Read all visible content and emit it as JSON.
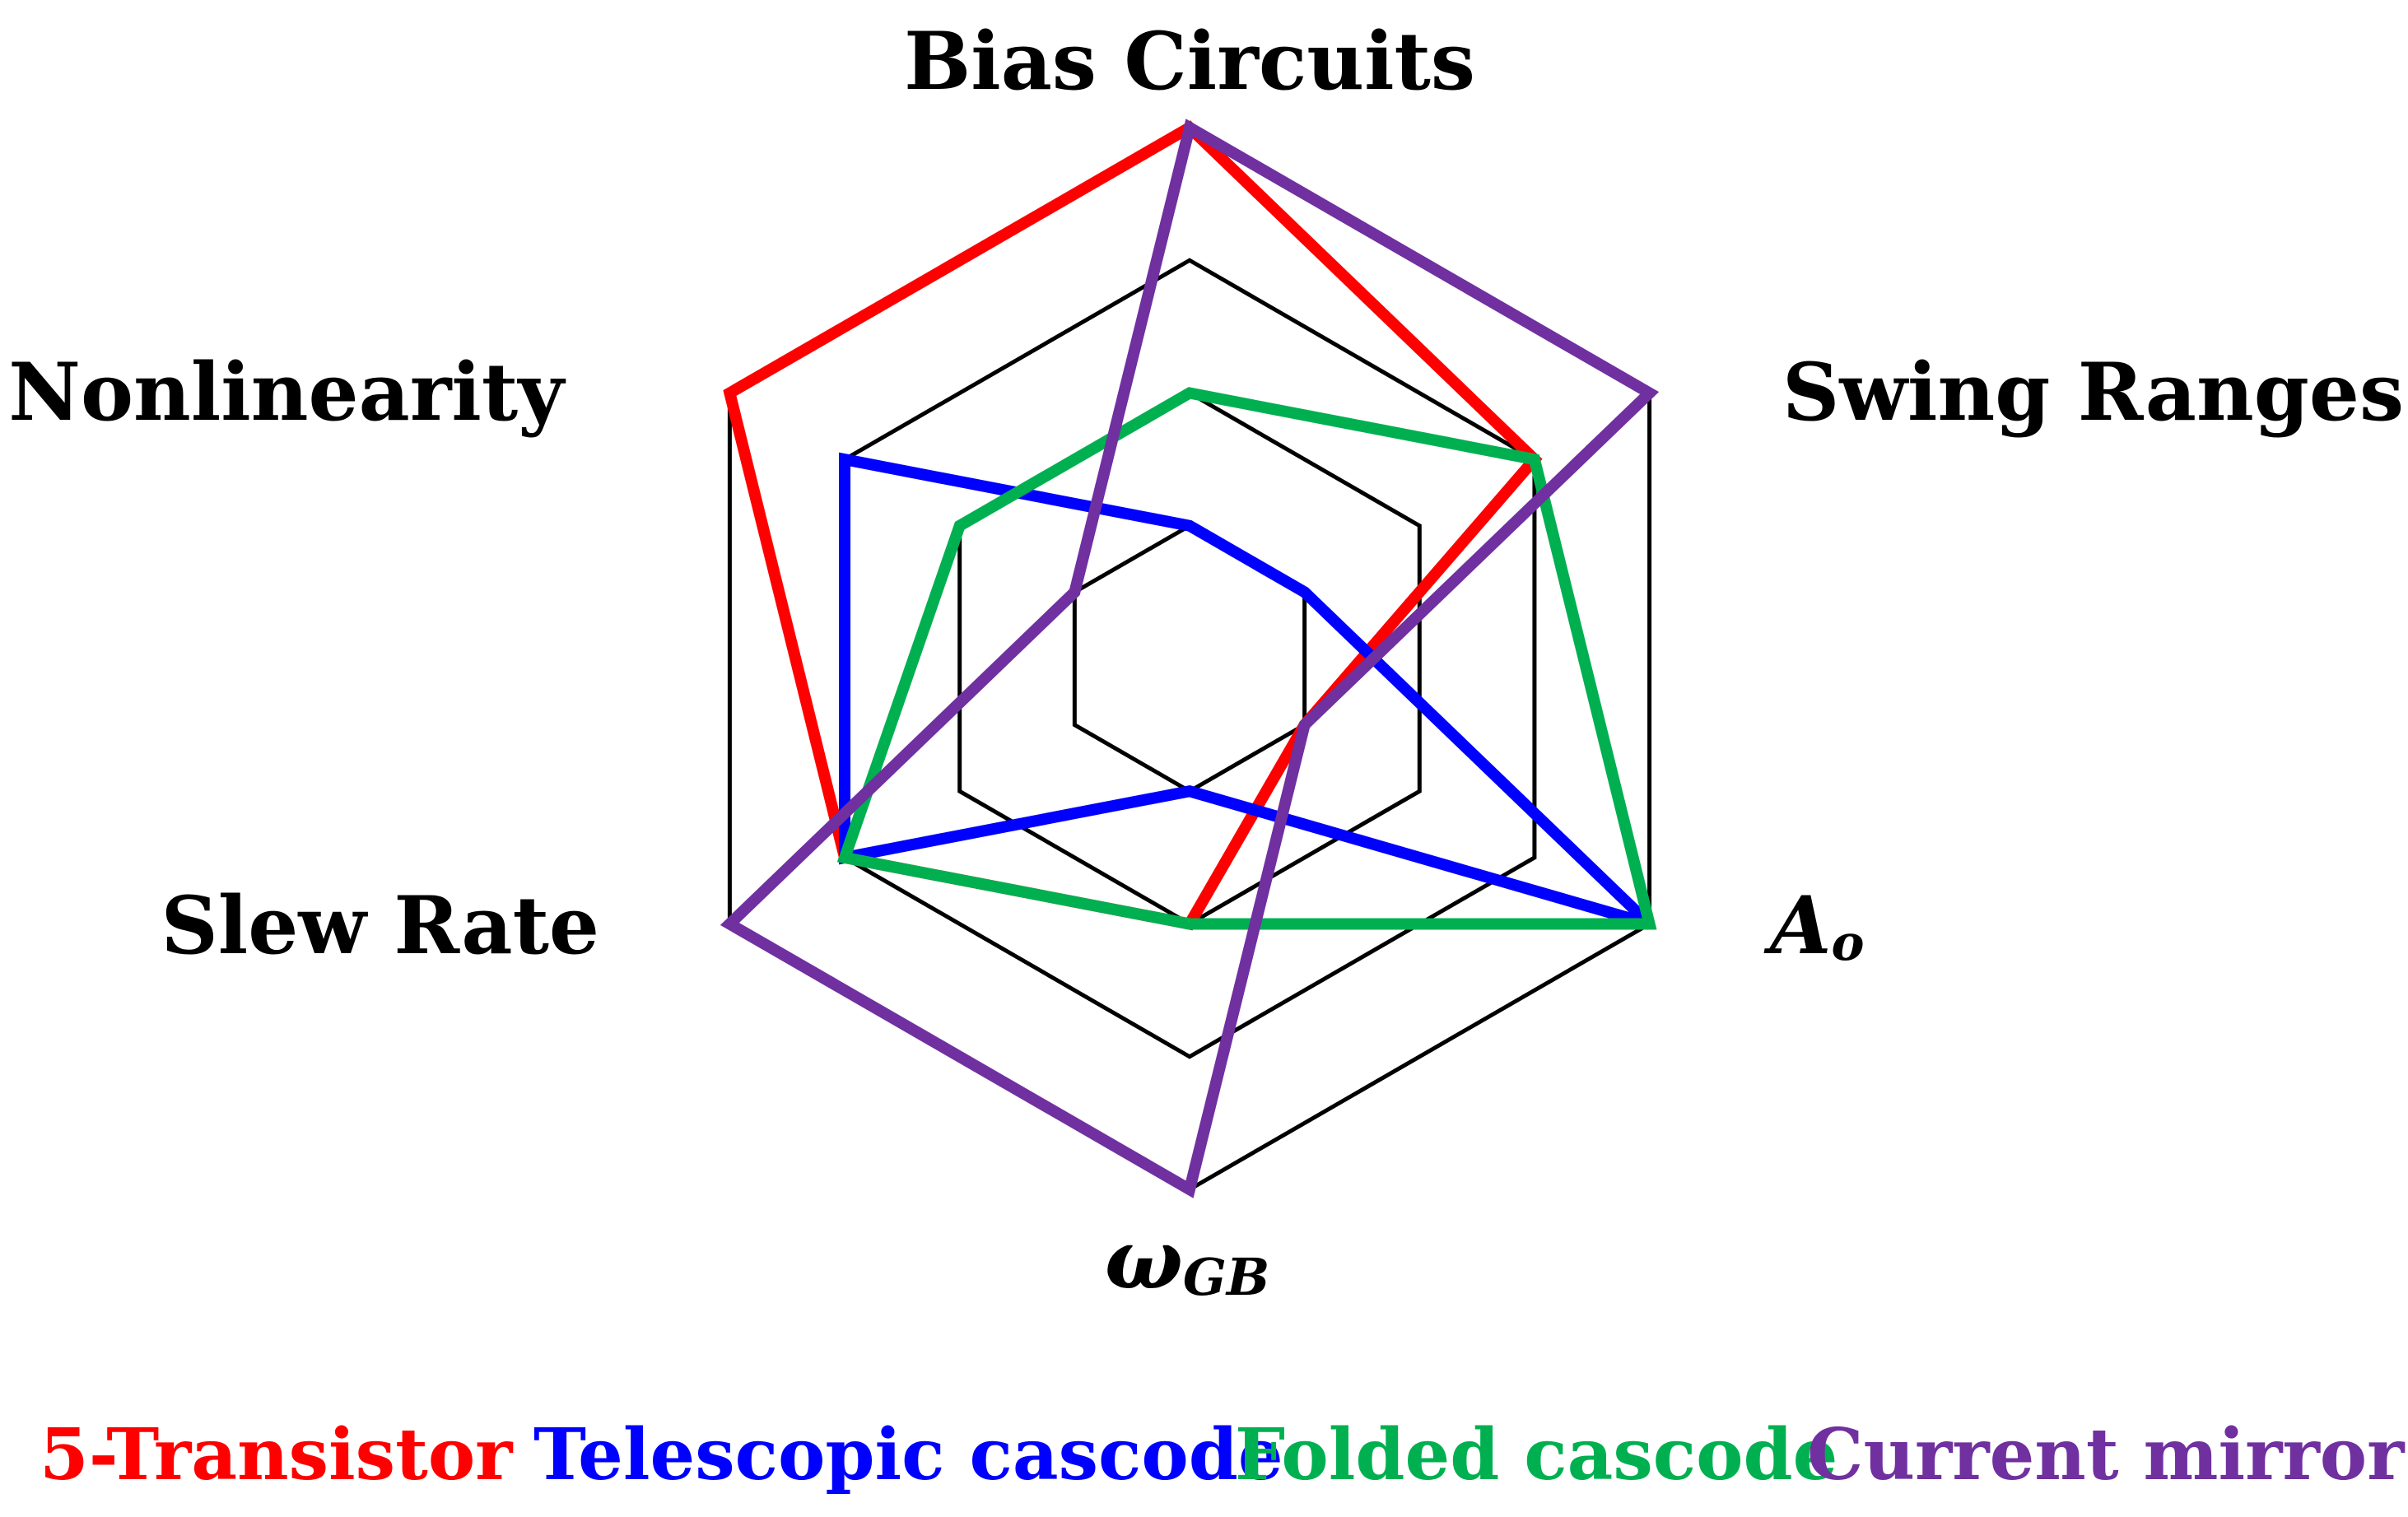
{
  "chart_data": {
    "type": "radar",
    "axes": [
      {
        "label": "Bias Circuits"
      },
      {
        "label": "Swing Ranges"
      },
      {
        "label": "A",
        "sub": "o",
        "italic": true
      },
      {
        "label": "ω",
        "sub": "GB",
        "italic": true
      },
      {
        "label": "Slew Rate"
      },
      {
        "label": "Nonlinearity"
      }
    ],
    "rlim": [
      0,
      4
    ],
    "grid_levels": [
      1,
      2,
      3,
      4
    ],
    "series": [
      {
        "name": "5-Transistor",
        "color": "#ff0000",
        "values": [
          4,
          3,
          1,
          2,
          3,
          4
        ]
      },
      {
        "name": "Telescopic cascode",
        "color": "#0000ff",
        "values": [
          1,
          1,
          4,
          1,
          3,
          3
        ]
      },
      {
        "name": "Folded cascode",
        "color": "#00b050",
        "values": [
          2,
          3,
          4,
          2,
          3,
          2
        ]
      },
      {
        "name": "Current mirror",
        "color": "#7030a0",
        "values": [
          4,
          4,
          1,
          4,
          4,
          1
        ]
      }
    ],
    "legend_position": "bottom"
  }
}
